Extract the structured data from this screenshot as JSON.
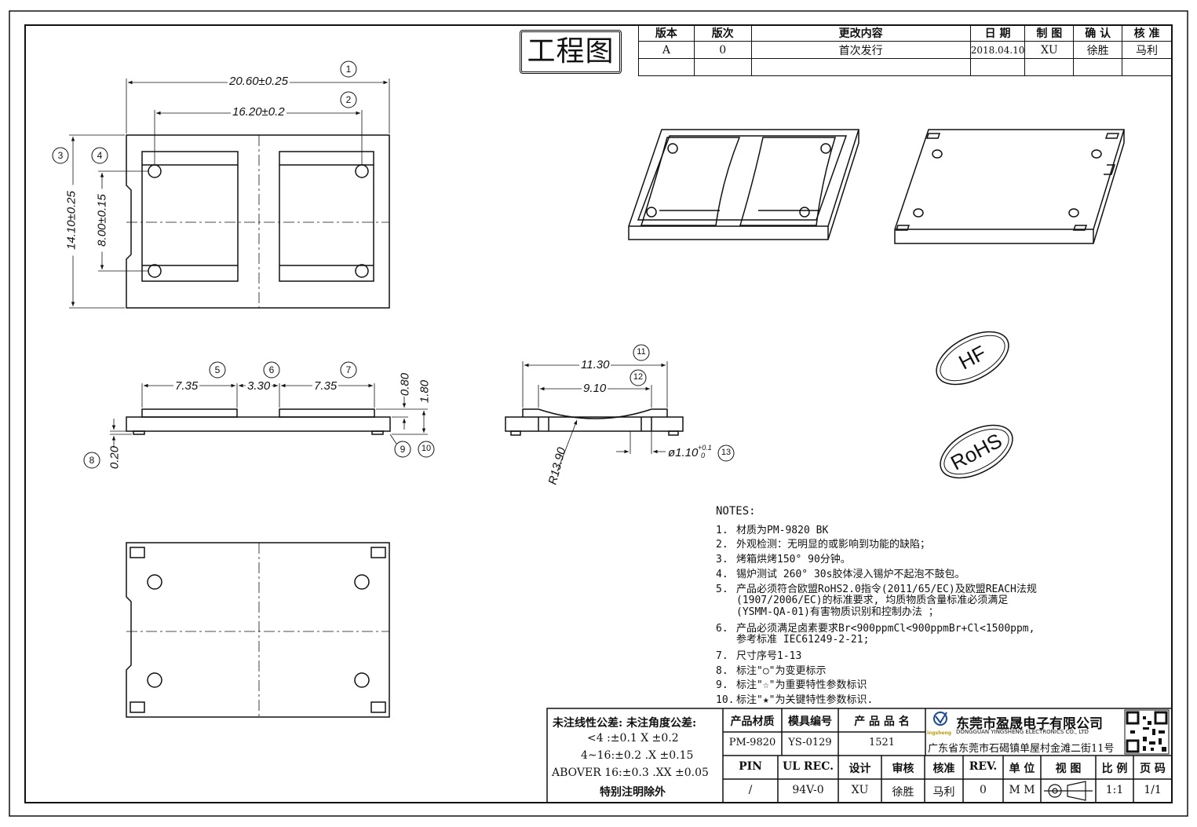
{
  "stamp": "工程图",
  "revision_table": {
    "headers": [
      "版本",
      "版次",
      "更改内容",
      "日 期",
      "制 图",
      "确 认",
      "核 准"
    ],
    "row": [
      "A",
      "0",
      "首次发行",
      "2018.04.10",
      "XU",
      "徐胜",
      "马利"
    ]
  },
  "dimensions": {
    "width": "20.60±0.25",
    "hole_span": "16.20±0.2",
    "height": "14.10±0.25",
    "hole_pitch": "8.00±0.15",
    "seg1": "7.35",
    "gap": "3.30",
    "seg2": "7.35",
    "h1": "0.80",
    "h2": "1.80",
    "base": "0.20",
    "sec_outer": "11.30",
    "sec_inner": "9.10",
    "radius": "R13.90",
    "pin_dia": "ø1.10",
    "pin_tol_up": "+0.1",
    "pin_tol_dn": "0"
  },
  "balloons": [
    "1",
    "2",
    "3",
    "4",
    "5",
    "6",
    "7",
    "8",
    "9",
    "10",
    "11",
    "12",
    "13"
  ],
  "marks": {
    "hf": "HF",
    "rohs": "RoHS"
  },
  "notes": {
    "title": "NOTES:",
    "items": [
      {
        "n": "1.",
        "t": "材质为PM-9820 BK"
      },
      {
        "n": "2.",
        "t": "外观检测：无明显的或影响到功能的缺陷；"
      },
      {
        "n": "3.",
        "t": "烤箱烘烤150° 90分钟。"
      },
      {
        "n": "4.",
        "t": "锡炉测试 260° 30s胶体浸入锡炉不起泡不鼓包。"
      },
      {
        "n": "5.",
        "t": "产品必须符合欧盟RoHS2.0指令(2011/65/EC)及欧盟REACH法规\n(1907/2006/EC)的标准要求, 均质物质含量标准必须满足\n(YSMM-QA-01)有害物质识别和控制办法 ；"
      },
      {
        "n": "6.",
        "t": "产品必须满足卤素要求Br<900ppmCl<900ppmBr+Cl<1500ppm,\n参考标准 IEC61249-2-21;"
      },
      {
        "n": "7.",
        "t": "尺寸序号1-13"
      },
      {
        "n": "8.",
        "t": "标注\"○\"为变更标示"
      },
      {
        "n": "9.",
        "t": "标注\"☆\"为重要特性参数标识"
      },
      {
        "n": "10.",
        "t": "标注\"★\"为关键特性参数标识."
      }
    ]
  },
  "tolerance": {
    "heading": "未注线性公差:  未注角度公差:",
    "l1": "<4 :±0.1  X ±0.2",
    "l2": "4~16:±0.2  .X ±0.15",
    "l3": "ABOVER 16:±0.3  .XX ±0.05",
    "footer": "特别注明除外"
  },
  "title_block": {
    "r1": [
      "产品材质",
      "模具编号",
      "产 品 品 名"
    ],
    "r2": [
      "PM-9820",
      "YS-0129",
      "1521"
    ],
    "r3": [
      "PIN",
      "UL REC.",
      "设计",
      "审核",
      "核准",
      "REV.",
      "单 位",
      "视 图",
      "比 例",
      "页 码"
    ],
    "r4": [
      "/",
      "94V-0",
      "XU",
      "徐胜",
      "马利",
      "0",
      "M M",
      "",
      "1:1",
      "1/1"
    ]
  },
  "company": {
    "name_cn": "东莞市盈晟电子有限公司",
    "name_en": "DONGGUAN YINGSHENG ELECTRONICS CO., LTD",
    "address": "广东省东莞市石碣镇单屋村金滩二街11号",
    "brand": "ingsheng"
  }
}
